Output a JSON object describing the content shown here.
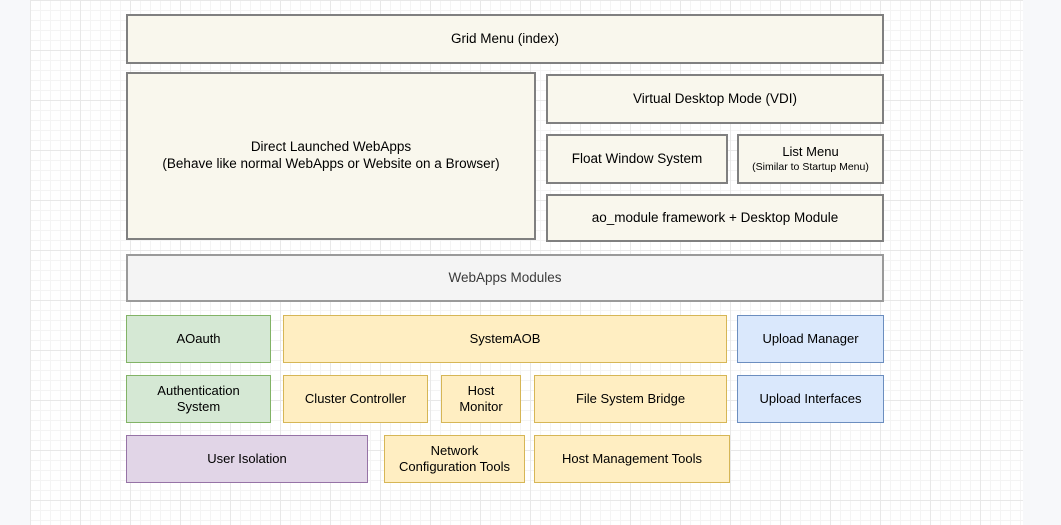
{
  "diagram": {
    "title_row": {
      "grid_menu": "Grid Menu (index)"
    },
    "layer_modes": {
      "direct_webapps_line1": "Direct Launched WebApps",
      "direct_webapps_line2": "(Behave like normal WebApps or Website on a Browser)",
      "vdi": "Virtual Desktop Mode (VDI)",
      "float_window": "Float Window System",
      "list_menu": "List Menu",
      "list_menu_sub": "(Similar to Startup Menu)",
      "ao_module": "ao_module framework + Desktop Module"
    },
    "webapps_modules": "WebApps Modules",
    "row_services": [
      {
        "label": "AOauth",
        "style": "green"
      },
      {
        "label": "SystemAOB",
        "style": "yellow"
      },
      {
        "label": "Upload Manager",
        "style": "blue"
      }
    ],
    "row_components": [
      {
        "label_line1": "Authentication",
        "label_line2": "System",
        "style": "green"
      },
      {
        "label": "Cluster Controller",
        "style": "yellow"
      },
      {
        "label_line1": "Host",
        "label_line2": "Monitor",
        "style": "yellow"
      },
      {
        "label": "File System Bridge",
        "style": "yellow"
      },
      {
        "label": "Upload Interfaces",
        "style": "blue"
      }
    ],
    "row_tools": [
      {
        "label": "User Isolation",
        "style": "purple"
      },
      {
        "label_line1": "Network",
        "label_line2": "Configuration Tools",
        "style": "yellow"
      },
      {
        "label": "Host Management Tools",
        "style": "yellow"
      }
    ],
    "colors": {
      "green_fill": "#d5e8d4",
      "green_border": "#82b366",
      "yellow_fill": "#ffeec2",
      "yellow_border": "#d6b656",
      "blue_fill": "#dae8fc",
      "blue_border": "#6c8ebf",
      "purple_fill": "#e1d5e7",
      "purple_border": "#9673a6",
      "beige_fill": "#f9f7ed",
      "beige_border": "#808080",
      "grey_fill": "#f4f4f4",
      "grey_border": "#9a9a9a",
      "canvas_bg": "#f7f8fa"
    }
  }
}
